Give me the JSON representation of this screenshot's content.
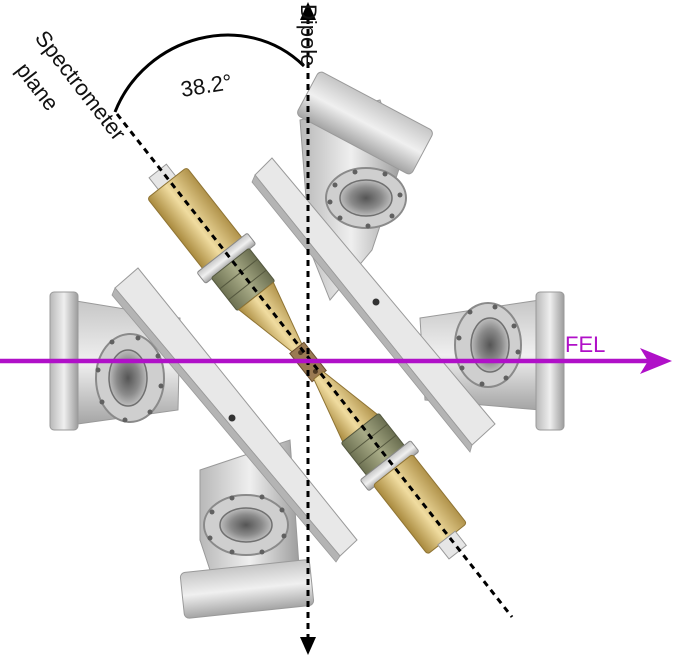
{
  "labels": {
    "dipole": "Dipole",
    "spectrometer_line1": "Spectrometer",
    "spectrometer_line2": "plane",
    "angle": "38.2°",
    "fel": "FEL"
  },
  "colors": {
    "fel_beam": "#b010c8",
    "dipole_axis": "#000000",
    "metal_light": "#e4e4e4",
    "metal_mid": "#c4c4c4",
    "metal_dark": "#8e8e8e",
    "brass": "#d8bc74",
    "brass_dark": "#a88840",
    "olive": "#8b8e6c"
  },
  "icons": {
    "fel_arrow": "arrow-right",
    "dipole_arrow": "double-arrow-vertical"
  }
}
